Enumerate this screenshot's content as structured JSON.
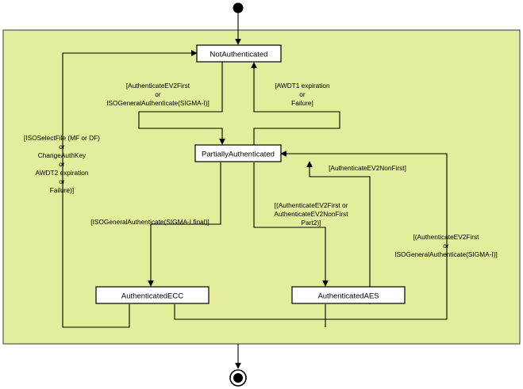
{
  "colors": {
    "region_fill": "#e2ee9c",
    "region_stroke": "#555555",
    "state_fill": "#ffffff",
    "line": "#000000"
  },
  "states": {
    "not_authenticated": "NotAuthenticated",
    "partially_authenticated": "PartiallyAuthenticated",
    "authenticated_ecc": "AuthenticatedECC",
    "authenticated_aes": "AuthenticatedAES"
  },
  "guards": {
    "not_to_partial": [
      "[AuthenticateEV2First",
      "or",
      "ISOGeneralAuthenticate(SIGMA-I)]"
    ],
    "partial_to_not": [
      "[AWDT1 expiration",
      "or",
      "Failure]"
    ],
    "reset_to_not": [
      "[ISOSelectFile (MF or DF)",
      "or",
      "ChangeAuthKey",
      "or",
      "AWDT2 expiration",
      "or",
      "Failure)]"
    ],
    "partial_to_ecc": [
      "[ISOGeneralAuthenticate(SIGMA-I final)]"
    ],
    "partial_to_aes": [
      "[(AuthenticateEV2First or",
      "AuthenticateEV2NonFirst",
      "Part2)]"
    ],
    "aes_to_partial": [
      "[AuthenticateEV2NonFirst]"
    ],
    "ecc_to_partial": [
      "[(AuthenticateEV2First",
      "or",
      "ISOGeneralAuthenticate(SIGMA-I)]"
    ]
  }
}
